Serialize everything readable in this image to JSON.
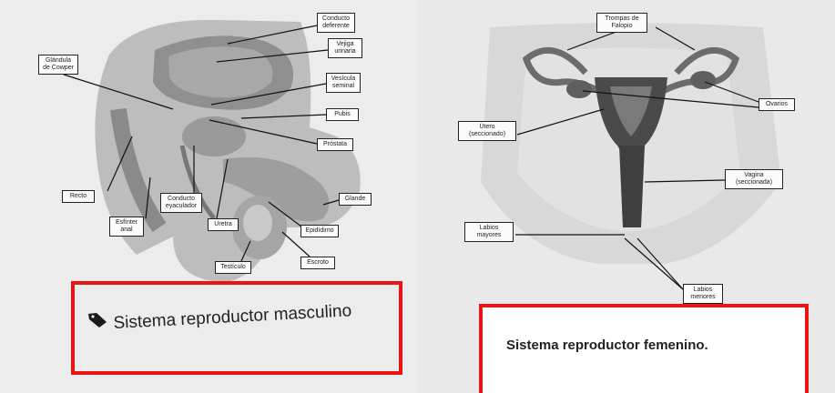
{
  "male": {
    "caption": "Sistema reproductor masculino",
    "labels": {
      "conducto_deferente": "Conducto\ndeferente",
      "vejiga": "Vejiga\nurinaria",
      "glandula_cowper": "Glándula\nde Cowper",
      "vesicula": "Vesícula\nseminal",
      "pubis": "Pubis",
      "prostata": "Próstata",
      "recto": "Recto",
      "esfinter": "Esfínter\nanal",
      "conducto_eyaculador": "Conducto\neyaculador",
      "uretra": "Uretra",
      "glande": "Glande",
      "epididimo": "Epidídimo",
      "testiculo": "Testículo",
      "escroto": "Escroto"
    }
  },
  "female": {
    "caption": "Sistema reproductor femenino.",
    "labels": {
      "trompas": "Trompas de\nFalopio",
      "ovarios": "Ovarios",
      "utero": "Útero\n(seccionado)",
      "vagina": "Vagina\n(seccionada)",
      "labios_mayores": "Labios\nmayores",
      "labios_menores": "Labios\nmenores"
    }
  },
  "colors": {
    "callout": "#ea1414"
  },
  "icons": {
    "tag": "tag-icon"
  }
}
